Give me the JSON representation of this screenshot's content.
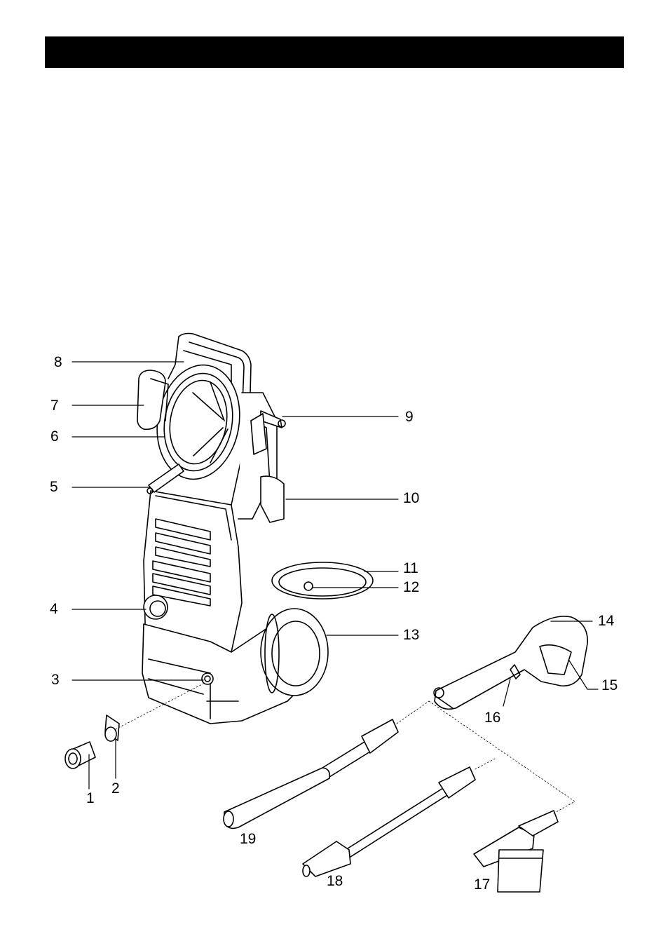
{
  "header": {
    "text": ""
  },
  "callouts": {
    "c1": "1",
    "c2": "2",
    "c3": "3",
    "c4": "4",
    "c5": "5",
    "c6": "6",
    "c7": "7",
    "c8": "8",
    "c9": "9",
    "c10": "10",
    "c11": "11",
    "c12": "12",
    "c13": "13",
    "c14": "14",
    "c15": "15",
    "c16": "16",
    "c17": "17",
    "c18": "18",
    "c19": "19"
  }
}
